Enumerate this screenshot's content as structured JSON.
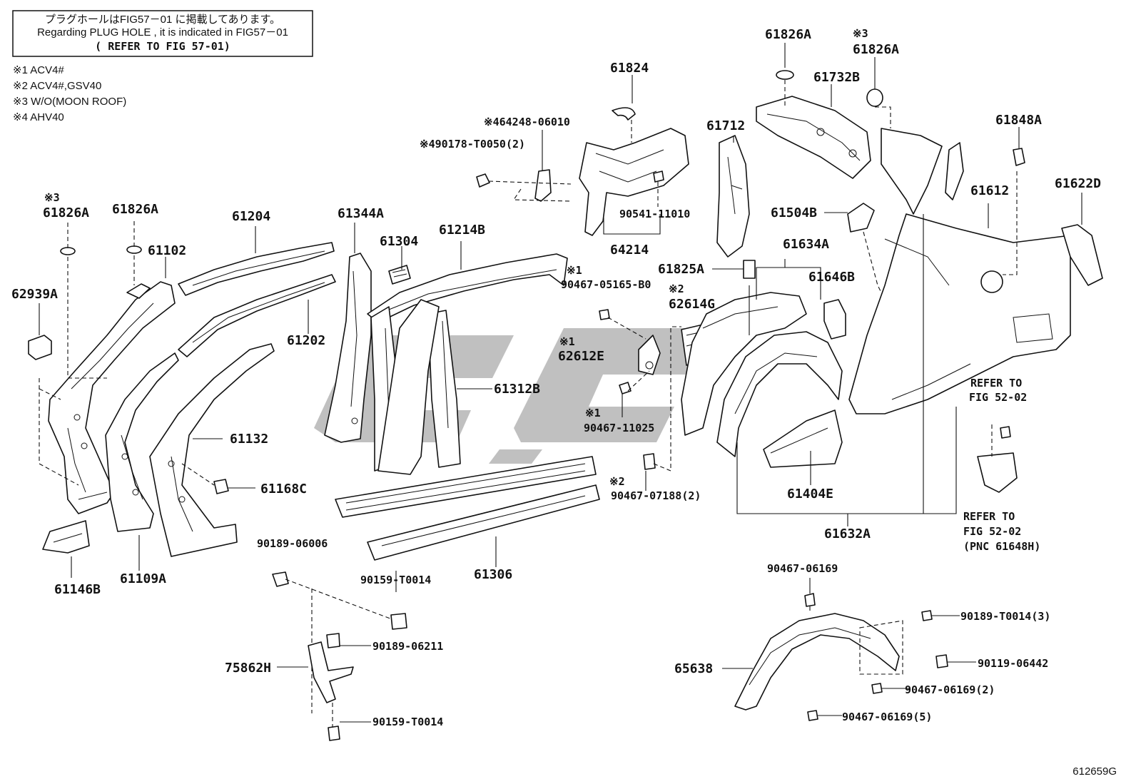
{
  "notice": {
    "line1": "プラグホールはFIG57－01 に掲載してあります。",
    "line2": "Regarding PLUG HOLE , it is indicated in FIG57－01",
    "line3": "( REFER TO FIG 57-01)"
  },
  "legend": [
    "※1 ACV4#",
    "※2 ACV4#,GSV40",
    "※3 W/O(MOON ROOF)",
    "※4 AHV40"
  ],
  "labels": {
    "l61826A_a": "61826A",
    "l61826A_b": "61826A",
    "l61826A_c": "61826A",
    "l61826A_d": "61826A",
    "mk3_a": "※3",
    "mk3_b": "※3",
    "l62939A": "62939A",
    "l61102": "61102",
    "l61204": "61204",
    "l61202": "61202",
    "l61132": "61132",
    "l61168C": "61168C",
    "l61146B": "61146B",
    "l61109A": "61109A",
    "l61344A": "61344A",
    "l61304": "61304",
    "l61214B": "61214B",
    "l61312B": "61312B",
    "l61306": "61306",
    "l90189_06006": "90189-06006",
    "l90159_T0014_a": "90159-T0014",
    "l90189_06211": "90189-06211",
    "l75862H": "75862H",
    "l90159_T0014_b": "90159-T0014",
    "l61824": "61824",
    "l64248": "※464248-06010",
    "l90178": "※490178-T0050(2)",
    "l90541": "90541-11010",
    "l64214": "64214",
    "mk1_a": "※1",
    "l90467_05165": "90467-05165-B0",
    "mk2_a": "※2",
    "l62614G": "62614G",
    "mk1_b": "※1",
    "l62612E": "62612E",
    "mk1_c": "※1",
    "l90467_11025": "90467-11025",
    "mk2_b": "※2",
    "l90467_07188": "90467-07188(2)",
    "l61732B": "61732B",
    "l61712": "61712",
    "l61504B": "61504B",
    "l61825A": "61825A",
    "l61634A": "61634A",
    "l61646B": "61646B",
    "l61404E": "61404E",
    "l61632A": "61632A",
    "l61848A": "61848A",
    "l61612": "61612",
    "l61622D": "61622D",
    "ref1_a": "REFER TO",
    "ref1_b": "FIG 52-02",
    "ref2_a": "REFER TO",
    "ref2_b": "FIG 52-02",
    "ref2_c": "(PNC 61648H)",
    "l90467_06169_top": "90467-06169",
    "l90189_T0014_3": "90189-T0014(3)",
    "l90119_06442": "90119-06442",
    "l90467_06169_2": "90467-06169(2)",
    "l90467_06169_5": "90467-06169(5)",
    "l65638": "65638"
  },
  "figure_id": "612659G"
}
